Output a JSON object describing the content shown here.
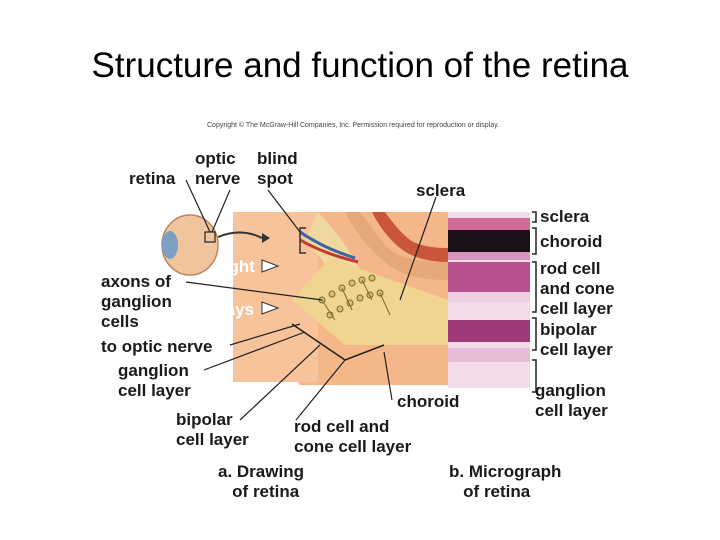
{
  "slide": {
    "title": "Structure and function of the retina",
    "copyright": "Copyright © The McGraw-Hill Companies, Inc. Permission required for reproduction or display."
  },
  "labels": {
    "retina": "retina",
    "optic_nerve": "optic\nnerve",
    "blind_spot": "blind\nspot",
    "sclera_top": "sclera",
    "light": "light",
    "rays": "rays",
    "axons": "axons of\nganglion\ncells",
    "to_optic_nerve": "to optic nerve",
    "ganglion_layer_left": "ganglion\ncell layer",
    "bipolar_layer_left": "bipolar\ncell layer",
    "rod_cone_layer_bottom": "rod cell and\ncone cell layer",
    "choroid_bottom": "choroid",
    "micro_sclera": "sclera",
    "micro_choroid": "choroid",
    "micro_rod_cone": "rod cell\nand cone\ncell layer",
    "micro_bipolar": "bipolar\ncell layer",
    "micro_ganglion": "ganglion\ncell layer"
  },
  "captions": {
    "a": "a. Drawing\n   of retina",
    "b": "b. Micrograph\n   of retina"
  }
}
